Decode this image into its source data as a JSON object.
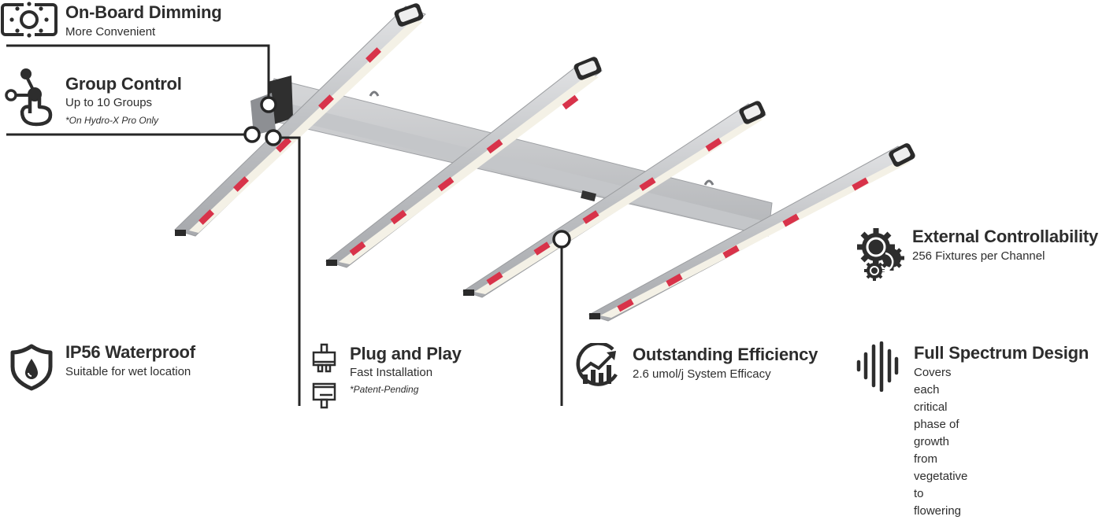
{
  "features": {
    "dimming": {
      "title": "On-Board Dimming",
      "subtitle": "More Convenient",
      "icon": "sun-dimmer-icon"
    },
    "group": {
      "title": "Group Control",
      "subtitle": "Up to 10 Groups",
      "note": "*On Hydro-X Pro Only",
      "icon": "touch-node-icon"
    },
    "external": {
      "title": "External Controllability",
      "subtitle": "256 Fixtures per Channel",
      "icon": "gears-icon"
    },
    "waterproof": {
      "title": "IP56 Waterproof",
      "subtitle": "Suitable for wet location",
      "icon": "shield-drop-icon"
    },
    "plug": {
      "title": "Plug and Play",
      "subtitle": "Fast Installation",
      "note": "*Patent-Pending",
      "icon": "plug-connector-icon"
    },
    "efficiency": {
      "title": "Outstanding Efficiency",
      "subtitle": "2.6 umol/j System Efficacy",
      "icon": "growth-chart-icon"
    },
    "spectrum": {
      "title": "Full Spectrum Design",
      "lines": [
        "Covers each critical",
        "phase of growth from",
        "vegetative to flowering"
      ],
      "icon": "spectrum-bars-icon"
    }
  },
  "colors": {
    "text": "#2d2d2d",
    "line": "#262626",
    "aluminum": "#c9cbcd",
    "led_white": "#f4f1e6",
    "led_red": "#d8334a"
  }
}
